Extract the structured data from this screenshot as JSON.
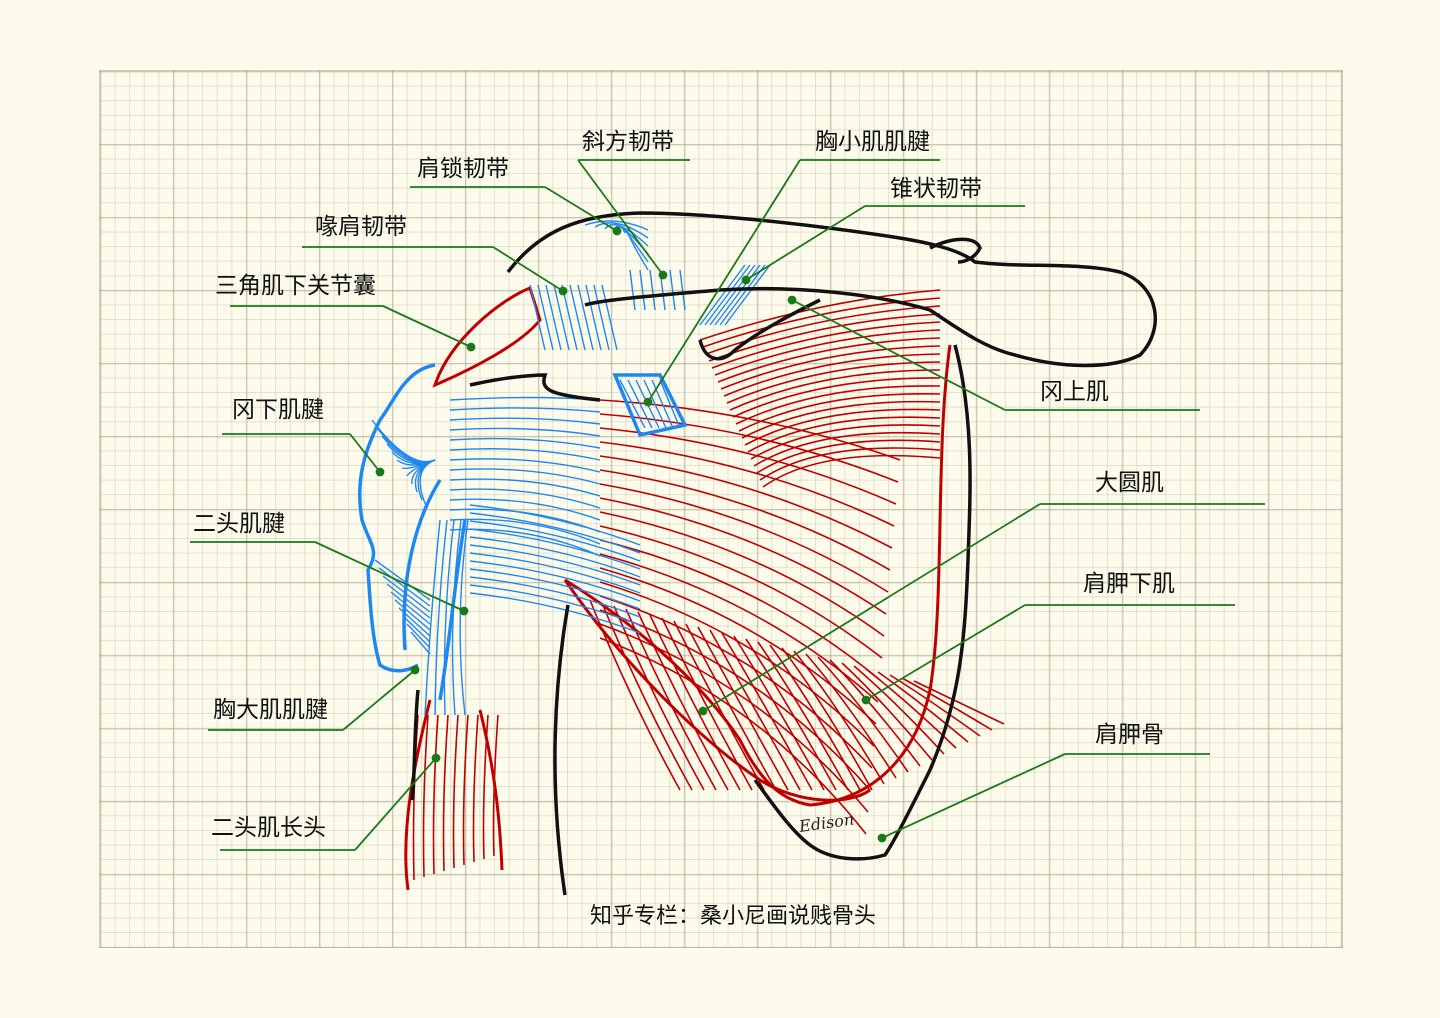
{
  "labels": {
    "trapezoid_ligament": "斜方韧带",
    "pec_minor_tendon": "胸小肌肌腱",
    "acromioclavicular_ligament": "肩锁韧带",
    "conoid_ligament": "锥状韧带",
    "coracoacromial_ligament": "喙肩韧带",
    "subdeltoid_capsule": "三角肌下关节囊",
    "supraspinatus": "冈上肌",
    "infraspinatus_tendon": "冈下肌腱",
    "teres_major": "大圆肌",
    "biceps_tendon": "二头肌腱",
    "subscapularis": "肩胛下肌",
    "pec_major_tendon": "胸大肌肌腱",
    "scapula": "肩胛骨",
    "biceps_long_head": "二头肌长头"
  },
  "footer": "知乎专栏：桑小尼画说贱骨头",
  "signature": "Edison",
  "colors": {
    "bone": "#111111",
    "muscle": "#c00000",
    "tendon": "#1e88f0",
    "leader": "#1a7a1a",
    "background": "#fdfbec"
  }
}
